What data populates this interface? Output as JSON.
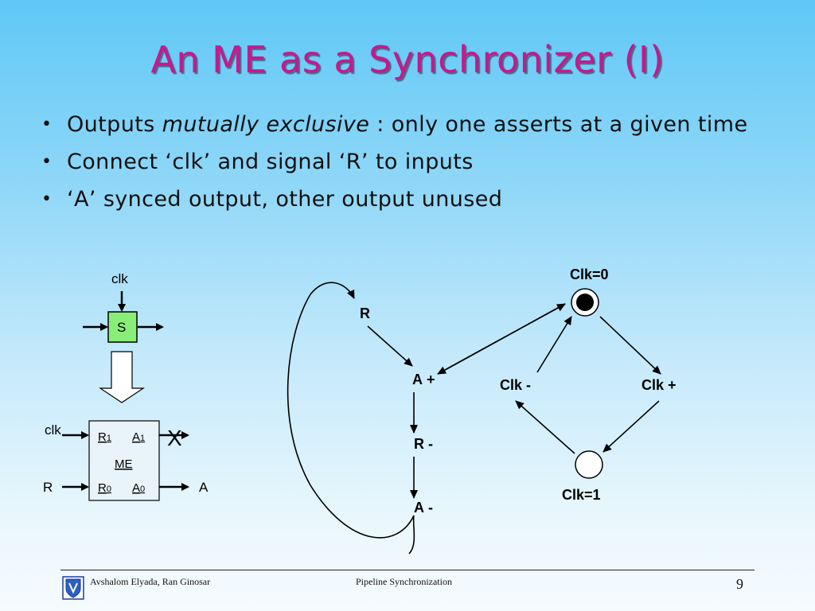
{
  "slide": {
    "title": "An ME as a Synchronizer (I)",
    "bullets": [
      {
        "pre": "Outputs ",
        "em": "mutually exclusive",
        "post": " : only one asserts at a given time"
      },
      {
        "pre": "Connect ‘clk’ and signal ‘R’ to inputs",
        "em": "",
        "post": ""
      },
      {
        "pre": "‘A’ synced output, other output unused",
        "em": "",
        "post": ""
      }
    ],
    "bullet_glyph": "•"
  },
  "sync_diagram": {
    "clk_label": "clk",
    "s_label": "S",
    "clk_in_label": "clk",
    "r1_label": "R",
    "r1_sub": "1",
    "a1_label": "A",
    "a1_sub": "1",
    "me_label": "ME",
    "r0_label": "R",
    "r0_sub": "0",
    "a0_label": "A",
    "a0_sub": "0",
    "r_in_label": "R",
    "a_out_label": "A",
    "unused_mark": "X",
    "s_color": "#88ee77"
  },
  "stg": {
    "r": "R",
    "a_plus": "A",
    "a_plus_sign": "+",
    "r_minus": "R -",
    "a_minus": "A",
    "a_minus_sign": "-",
    "clk0": "Clk=0",
    "clk_minus": "Clk -",
    "clk_plus": "Clk",
    "clk_plus_sign": "+",
    "clk1": "Clk=1"
  },
  "footer": {
    "authors": "Avshalom Elyada, Ran Ginosar",
    "title": "Pipeline Synchronization",
    "page": "9",
    "logo_icon": "university-shield-logo"
  }
}
